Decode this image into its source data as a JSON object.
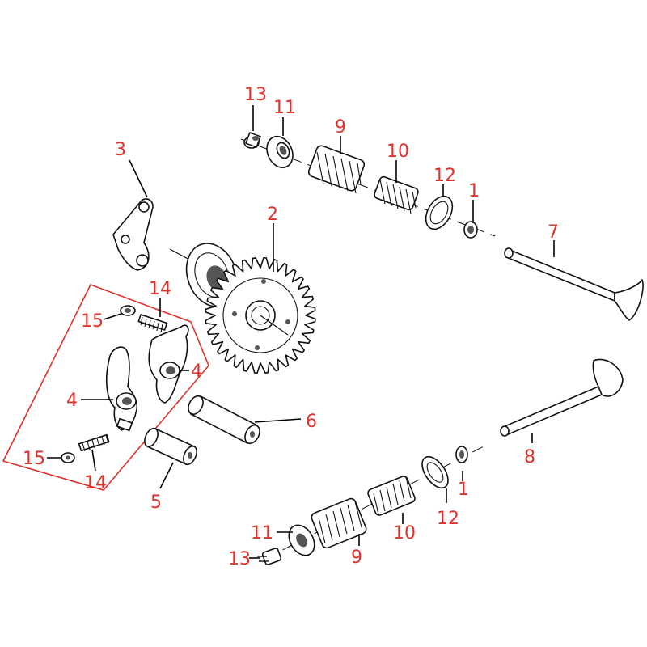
{
  "diagram": {
    "accent_color": "#e0312b",
    "callouts": [
      {
        "id": "c13-top",
        "text": "13"
      },
      {
        "id": "c11-top",
        "text": "11"
      },
      {
        "id": "c9-top",
        "text": "9"
      },
      {
        "id": "c10-top",
        "text": "10"
      },
      {
        "id": "c12-top",
        "text": "12"
      },
      {
        "id": "c1-top",
        "text": "1"
      },
      {
        "id": "c7",
        "text": "7"
      },
      {
        "id": "c3",
        "text": "3"
      },
      {
        "id": "c2",
        "text": "2"
      },
      {
        "id": "c14-top",
        "text": "14"
      },
      {
        "id": "c15-top",
        "text": "15"
      },
      {
        "id": "c4-right",
        "text": "4"
      },
      {
        "id": "c4-left",
        "text": "4"
      },
      {
        "id": "c6",
        "text": "6"
      },
      {
        "id": "c15-bottom",
        "text": "15"
      },
      {
        "id": "c14-bottom",
        "text": "14"
      },
      {
        "id": "c5",
        "text": "5"
      },
      {
        "id": "c8",
        "text": "8"
      },
      {
        "id": "c1-bottom",
        "text": "1"
      },
      {
        "id": "c12-bottom",
        "text": "12"
      },
      {
        "id": "c10-bottom",
        "text": "10"
      },
      {
        "id": "c11-bottom",
        "text": "11"
      },
      {
        "id": "c9-bottom",
        "text": "9"
      },
      {
        "id": "c13-bottom",
        "text": "13"
      }
    ]
  }
}
